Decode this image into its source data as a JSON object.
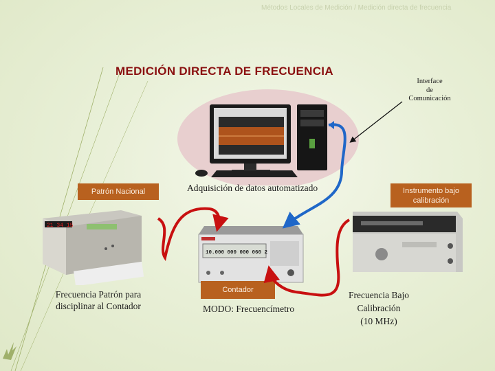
{
  "header": {
    "text": "Métodos Locales de Medición / Medición directa de frecuencia"
  },
  "title": "MEDICIÓN DIRECTA DE FRECUENCIA",
  "interface_label": [
    "Interface",
    "de",
    "Comunicación"
  ],
  "acquisition_label": "Adquisición de datos automatizado",
  "boxes": {
    "patron": "Patrón Nacional",
    "instrumento": "Instrumento bajo calibración",
    "contador": "Contador"
  },
  "captions": {
    "frecuencia_patron": "Frecuencia Patrón para disciplinar al Contador",
    "modo": "MODO: Frecuencímetro",
    "frecuencia_bajo": [
      "Frecuencia Bajo",
      "Calibración",
      "(10 MHz)"
    ]
  },
  "device_readouts": {
    "counter_display": "10.000 000 000 060 2",
    "standard_display": "21 34 15"
  },
  "colors": {
    "title": "#8a1010",
    "box_fill": "#b8611f",
    "red_cable": "#c81010",
    "blue_cable": "#1f67c8",
    "header_text": "#c7d1ad"
  }
}
